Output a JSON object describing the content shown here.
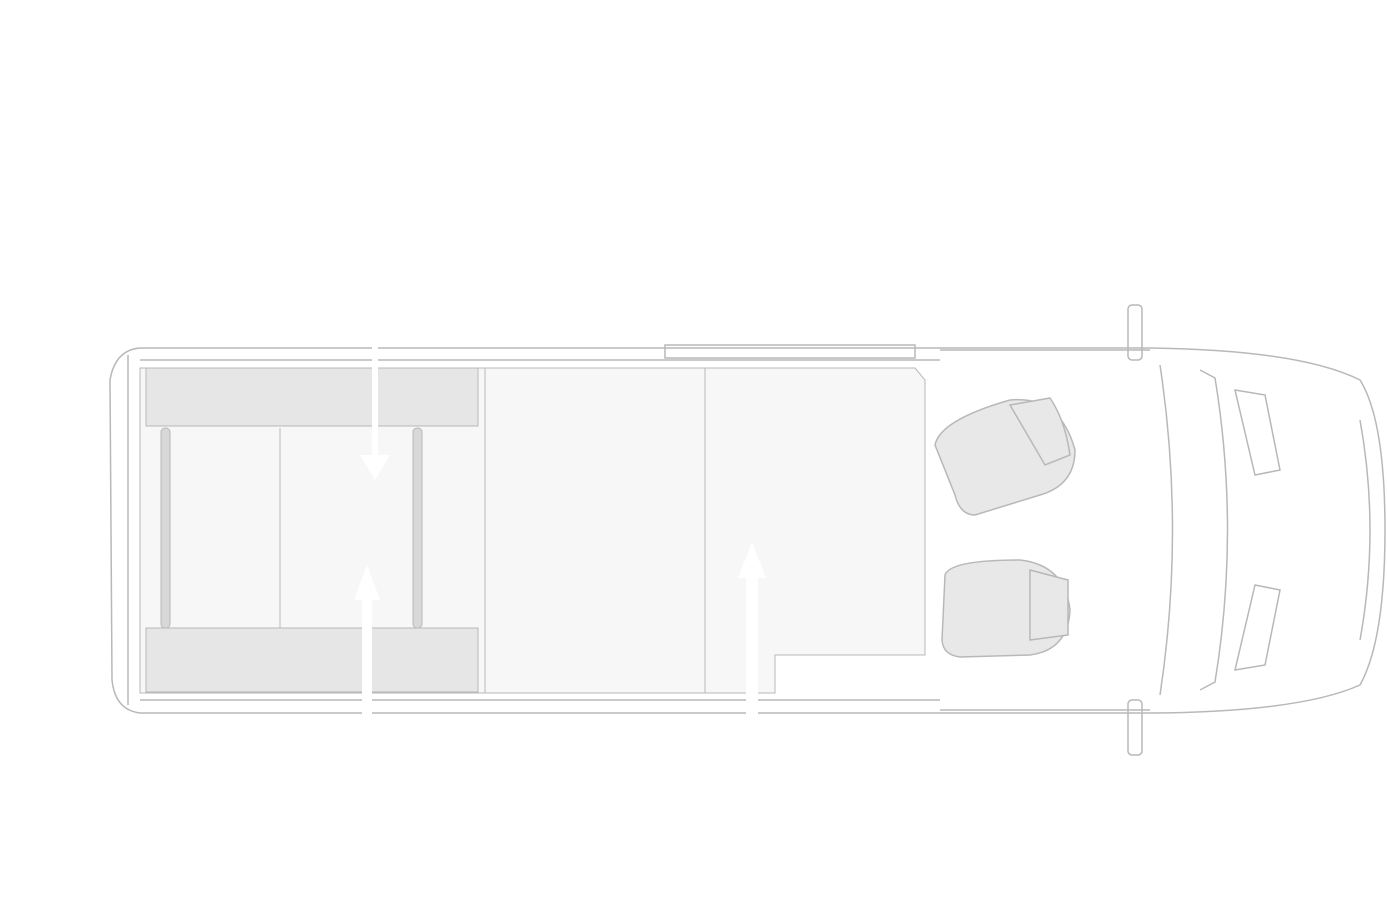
{
  "diagram": {
    "kind": "van-floor-plan-top-view",
    "colors": {
      "background": "#ffffff",
      "outline": "#b8b8b8",
      "floor": "#f7f7f7",
      "panel": "#e6e6e6",
      "seat": "#e8e8e8",
      "arrow": "#ffffff"
    },
    "icons": [
      "van-body",
      "driver-seat",
      "passenger-seat",
      "tie-down-rail",
      "direction-arrow"
    ]
  }
}
